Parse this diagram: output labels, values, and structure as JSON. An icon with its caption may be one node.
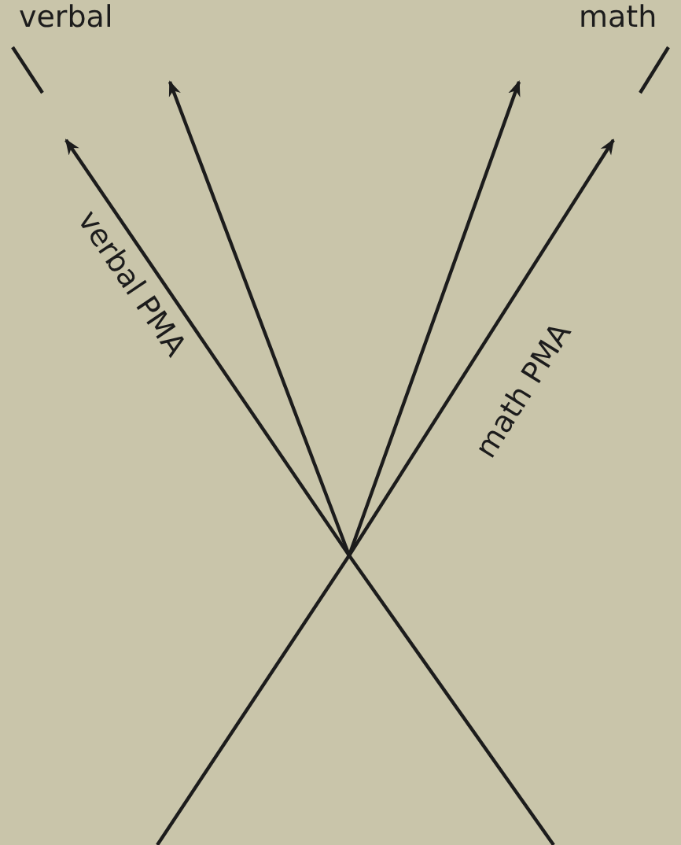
{
  "diagram": {
    "labels": [
      "verbal",
      "math",
      "verbal PMA",
      "math PMA"
    ]
  }
}
